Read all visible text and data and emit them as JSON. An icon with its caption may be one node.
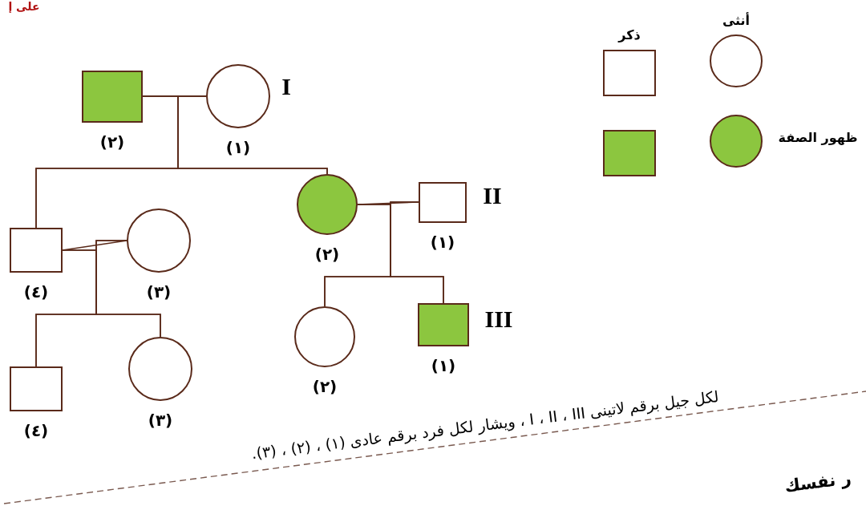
{
  "diagram": {
    "nodes": [
      {
        "text": [],
        "shape": "box",
        "beside": [
          "(٢)"
        ]
      },
      {
        "text": [],
        "shape": "circle",
        "beside": [
          "(١)"
        ]
      },
      {
        "text": [],
        "shape": "box",
        "beside": [
          "(٤)"
        ]
      },
      {
        "text": [],
        "shape": "circle",
        "beside": [
          "(٣)"
        ]
      },
      {
        "text": [],
        "shape": "circle",
        "beside": [
          "(٢)"
        ]
      },
      {
        "text": [],
        "shape": "box",
        "beside": [
          "(١)"
        ]
      },
      {
        "text": [],
        "shape": "box",
        "beside": [
          "(٤)"
        ]
      },
      {
        "text": [],
        "shape": "circle",
        "beside": [
          "(٣)"
        ]
      },
      {
        "text": [],
        "shape": "circle",
        "beside": [
          "(٢)"
        ]
      },
      {
        "text": [],
        "shape": "box",
        "beside": [
          "(١)"
        ]
      }
    ],
    "edges": [
      {
        "from": 0,
        "to": 1,
        "arrow": "none"
      },
      {
        "from": 0,
        "to": 2,
        "arrow": "none"
      },
      {
        "from": 1,
        "to": 2,
        "arrow": "none"
      },
      {
        "from": 0,
        "to": 4,
        "arrow": "none"
      },
      {
        "from": 1,
        "to": 4,
        "arrow": "none"
      },
      {
        "from": 2,
        "to": 3,
        "arrow": "none"
      },
      {
        "from": 2,
        "to": 6,
        "arrow": "none"
      },
      {
        "from": 3,
        "to": 6,
        "arrow": "none"
      },
      {
        "from": 2,
        "to": 7,
        "arrow": "none"
      },
      {
        "from": 3,
        "to": 7,
        "arrow": "none"
      },
      {
        "from": 4,
        "to": 5,
        "arrow": "none"
      },
      {
        "from": 4,
        "to": 8,
        "arrow": "none"
      },
      {
        "from": 5,
        "to": 8,
        "arrow": "none"
      },
      {
        "from": 4,
        "to": 9,
        "arrow": "none"
      },
      {
        "from": 5,
        "to": 9,
        "arrow": "none"
      }
    ],
    "labels": [
      "على إ",
      "I",
      "II",
      "III",
      "لكل جيل برقم لاتينى I ، II ، III ، ويشار لكل فرد برقم عادى (١) ، (٢) ، (٣).",
      "ر نفسك"
    ],
    "legend": [
      {
        "text": "ذكر"
      },
      {
        "text": "أنثى"
      },
      {
        "text": "ظهور الصفة",
        "color": "#8cc63f"
      }
    ]
  }
}
